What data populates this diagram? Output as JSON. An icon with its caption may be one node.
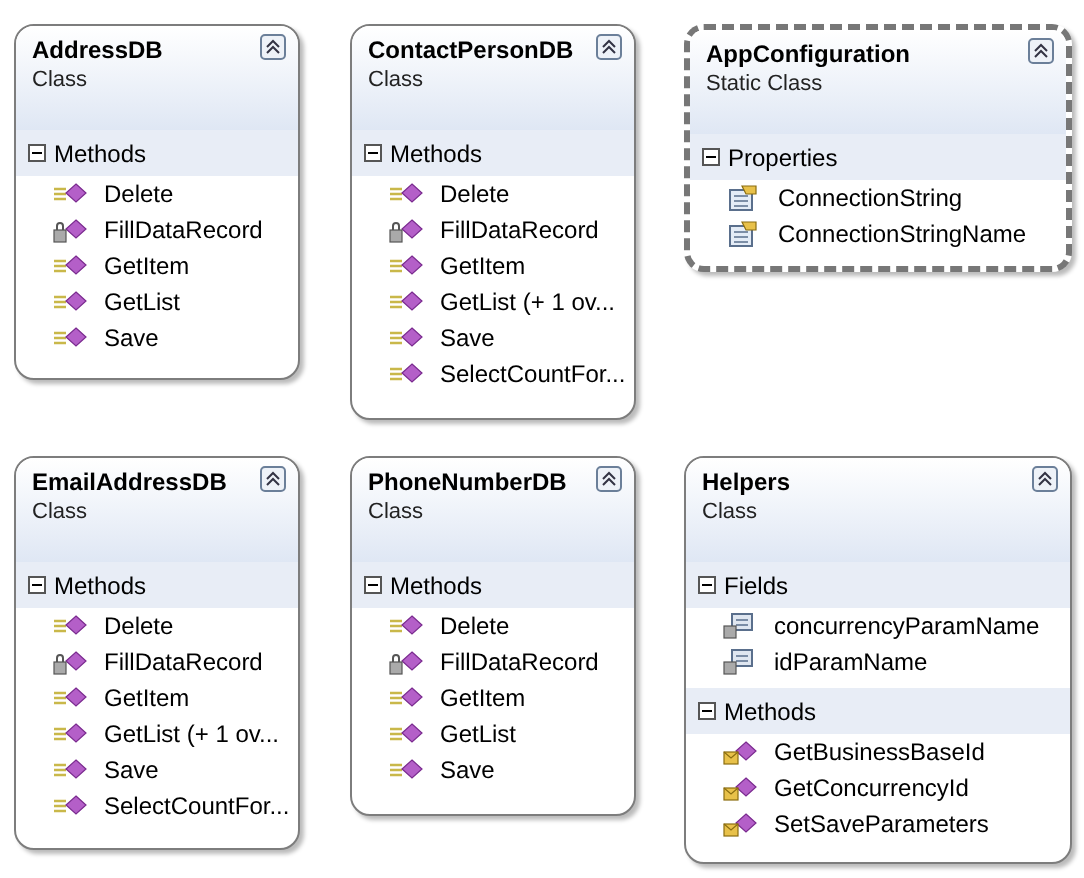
{
  "diagram": {
    "nodes": [
      {
        "text": [
          "AddressDB",
          "Class"
        ]
      },
      {
        "text": [
          "Methods",
          "Delete",
          "FillDataRecord",
          "GetItem",
          "GetList",
          "Save"
        ],
        "in": 0
      },
      {
        "text": [
          "ContactPersonDB",
          "Class"
        ]
      },
      {
        "text": [
          "Methods",
          "Delete",
          "FillDataRecord",
          "GetItem",
          "GetList (+ 1 ov...",
          "Save",
          "SelectCountFor..."
        ],
        "in": 2
      },
      {
        "text": [
          "AppConfiguration",
          "Static Class"
        ]
      },
      {
        "text": [
          "Properties",
          "ConnectionString",
          "ConnectionStringName"
        ],
        "in": 4
      },
      {
        "text": [
          "EmailAddressDB",
          "Class"
        ]
      },
      {
        "text": [
          "Methods",
          "Delete",
          "FillDataRecord",
          "GetItem",
          "GetList (+ 1 ov...",
          "Save",
          "SelectCountFor..."
        ],
        "in": 6
      },
      {
        "text": [
          "PhoneNumberDB",
          "Class"
        ]
      },
      {
        "text": [
          "Methods",
          "Delete",
          "FillDataRecord",
          "GetItem",
          "GetList",
          "Save"
        ],
        "in": 8
      },
      {
        "text": [
          "Helpers",
          "Class"
        ]
      },
      {
        "text": [
          "Fields",
          "concurrencyParamName",
          "idParamName"
        ],
        "in": 10
      },
      {
        "text": [
          "Methods",
          "GetBusinessBaseId",
          "GetConcurrencyId",
          "SetSaveParameters"
        ],
        "in": 10
      }
    ]
  }
}
